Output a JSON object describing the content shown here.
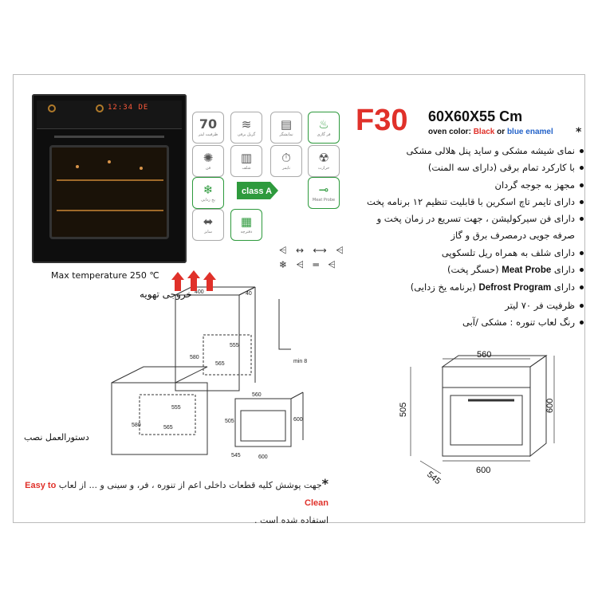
{
  "header": {
    "model": "F30",
    "dimensions": "60X60X55 Cm",
    "color_prefix": "oven color: ",
    "color_black": "Black",
    "color_or": " or ",
    "color_blue": "blue enamel",
    "star": "*"
  },
  "features": [
    "نمای شیشه مشکی و ساید پنل هلالی مشکی",
    "با کارکرد تمام برقی (دارای سه المنت)",
    "مجهز به جوجه گردان",
    "دارای تایمر تاچ اسکرین با قابلیت تنظیم ۱۲ برنامه پخت",
    "دارای فن سیرکولیشن ، جهت تسریع در زمان پخت و",
    "صرفه جویی درمصرف برق و گاز",
    "دارای شلف به همراه ریل تلسکوپی",
    "(حسگر پخت)",
    "(برنامه یخ زدایی)",
    "ظرفیت فر ۷۰ لیتر",
    "رنگ لعاب تنوره : مشکی /آبی"
  ],
  "feature_parts": {
    "prefix": "دارای ",
    "meat_probe": "Meat Probe",
    "defrost": "Defrost Program"
  },
  "product_image": {
    "max_temperature": "Max temperature 250 ℃",
    "display_text": "12:34 DE"
  },
  "icons": [
    {
      "icon": "capacity-icon",
      "value": "70",
      "label": "ظرفیت لیتر"
    },
    {
      "icon": "grill-icon",
      "label": "گریل برقی"
    },
    {
      "icon": "digital-display-icon",
      "label": "نمایشگر"
    },
    {
      "icon": "fire-icon",
      "label": "فر گازی"
    },
    {
      "icon": "fan-icon",
      "label": "فن"
    },
    {
      "icon": "rack-icon",
      "label": "شلف"
    },
    {
      "icon": "timer-icon",
      "label": "تایمر"
    },
    {
      "icon": "radiation-icon",
      "label": "حرارت"
    },
    {
      "icon": "defrost-icon",
      "label": "یخ زدایی"
    },
    {
      "icon": "meat-probe-icon",
      "label": "Meat Probe"
    },
    {
      "icon": "size-icon",
      "label": "سایز"
    },
    {
      "icon": "manual-icon",
      "label": "دفترچه"
    }
  ],
  "energy_class": "class A",
  "install": {
    "exhaust": "خروجی تهویه",
    "guide": "دستورالعمل نصب",
    "labels": [
      "400",
      "40",
      "555",
      "565",
      "580",
      "560",
      "600",
      "505",
      "545",
      "600",
      "580",
      "555",
      "565",
      "min 8"
    ]
  },
  "dimension_drawing": {
    "width_top": "560",
    "height_right": "600",
    "height_left": "505",
    "depth": "545",
    "width_bottom": "600"
  },
  "note": {
    "star": "*",
    "line1_pre": "جهت پوشش کلیه قطعات داخلی اعم از تنوره ، فر، و سینی و ... از لعاب ",
    "brand": "Easy to Clean",
    "line2": "استفاده شده است ."
  },
  "colors": {
    "accent": "#e0312a",
    "blue": "#2463c9",
    "green": "#2e9a3d"
  }
}
